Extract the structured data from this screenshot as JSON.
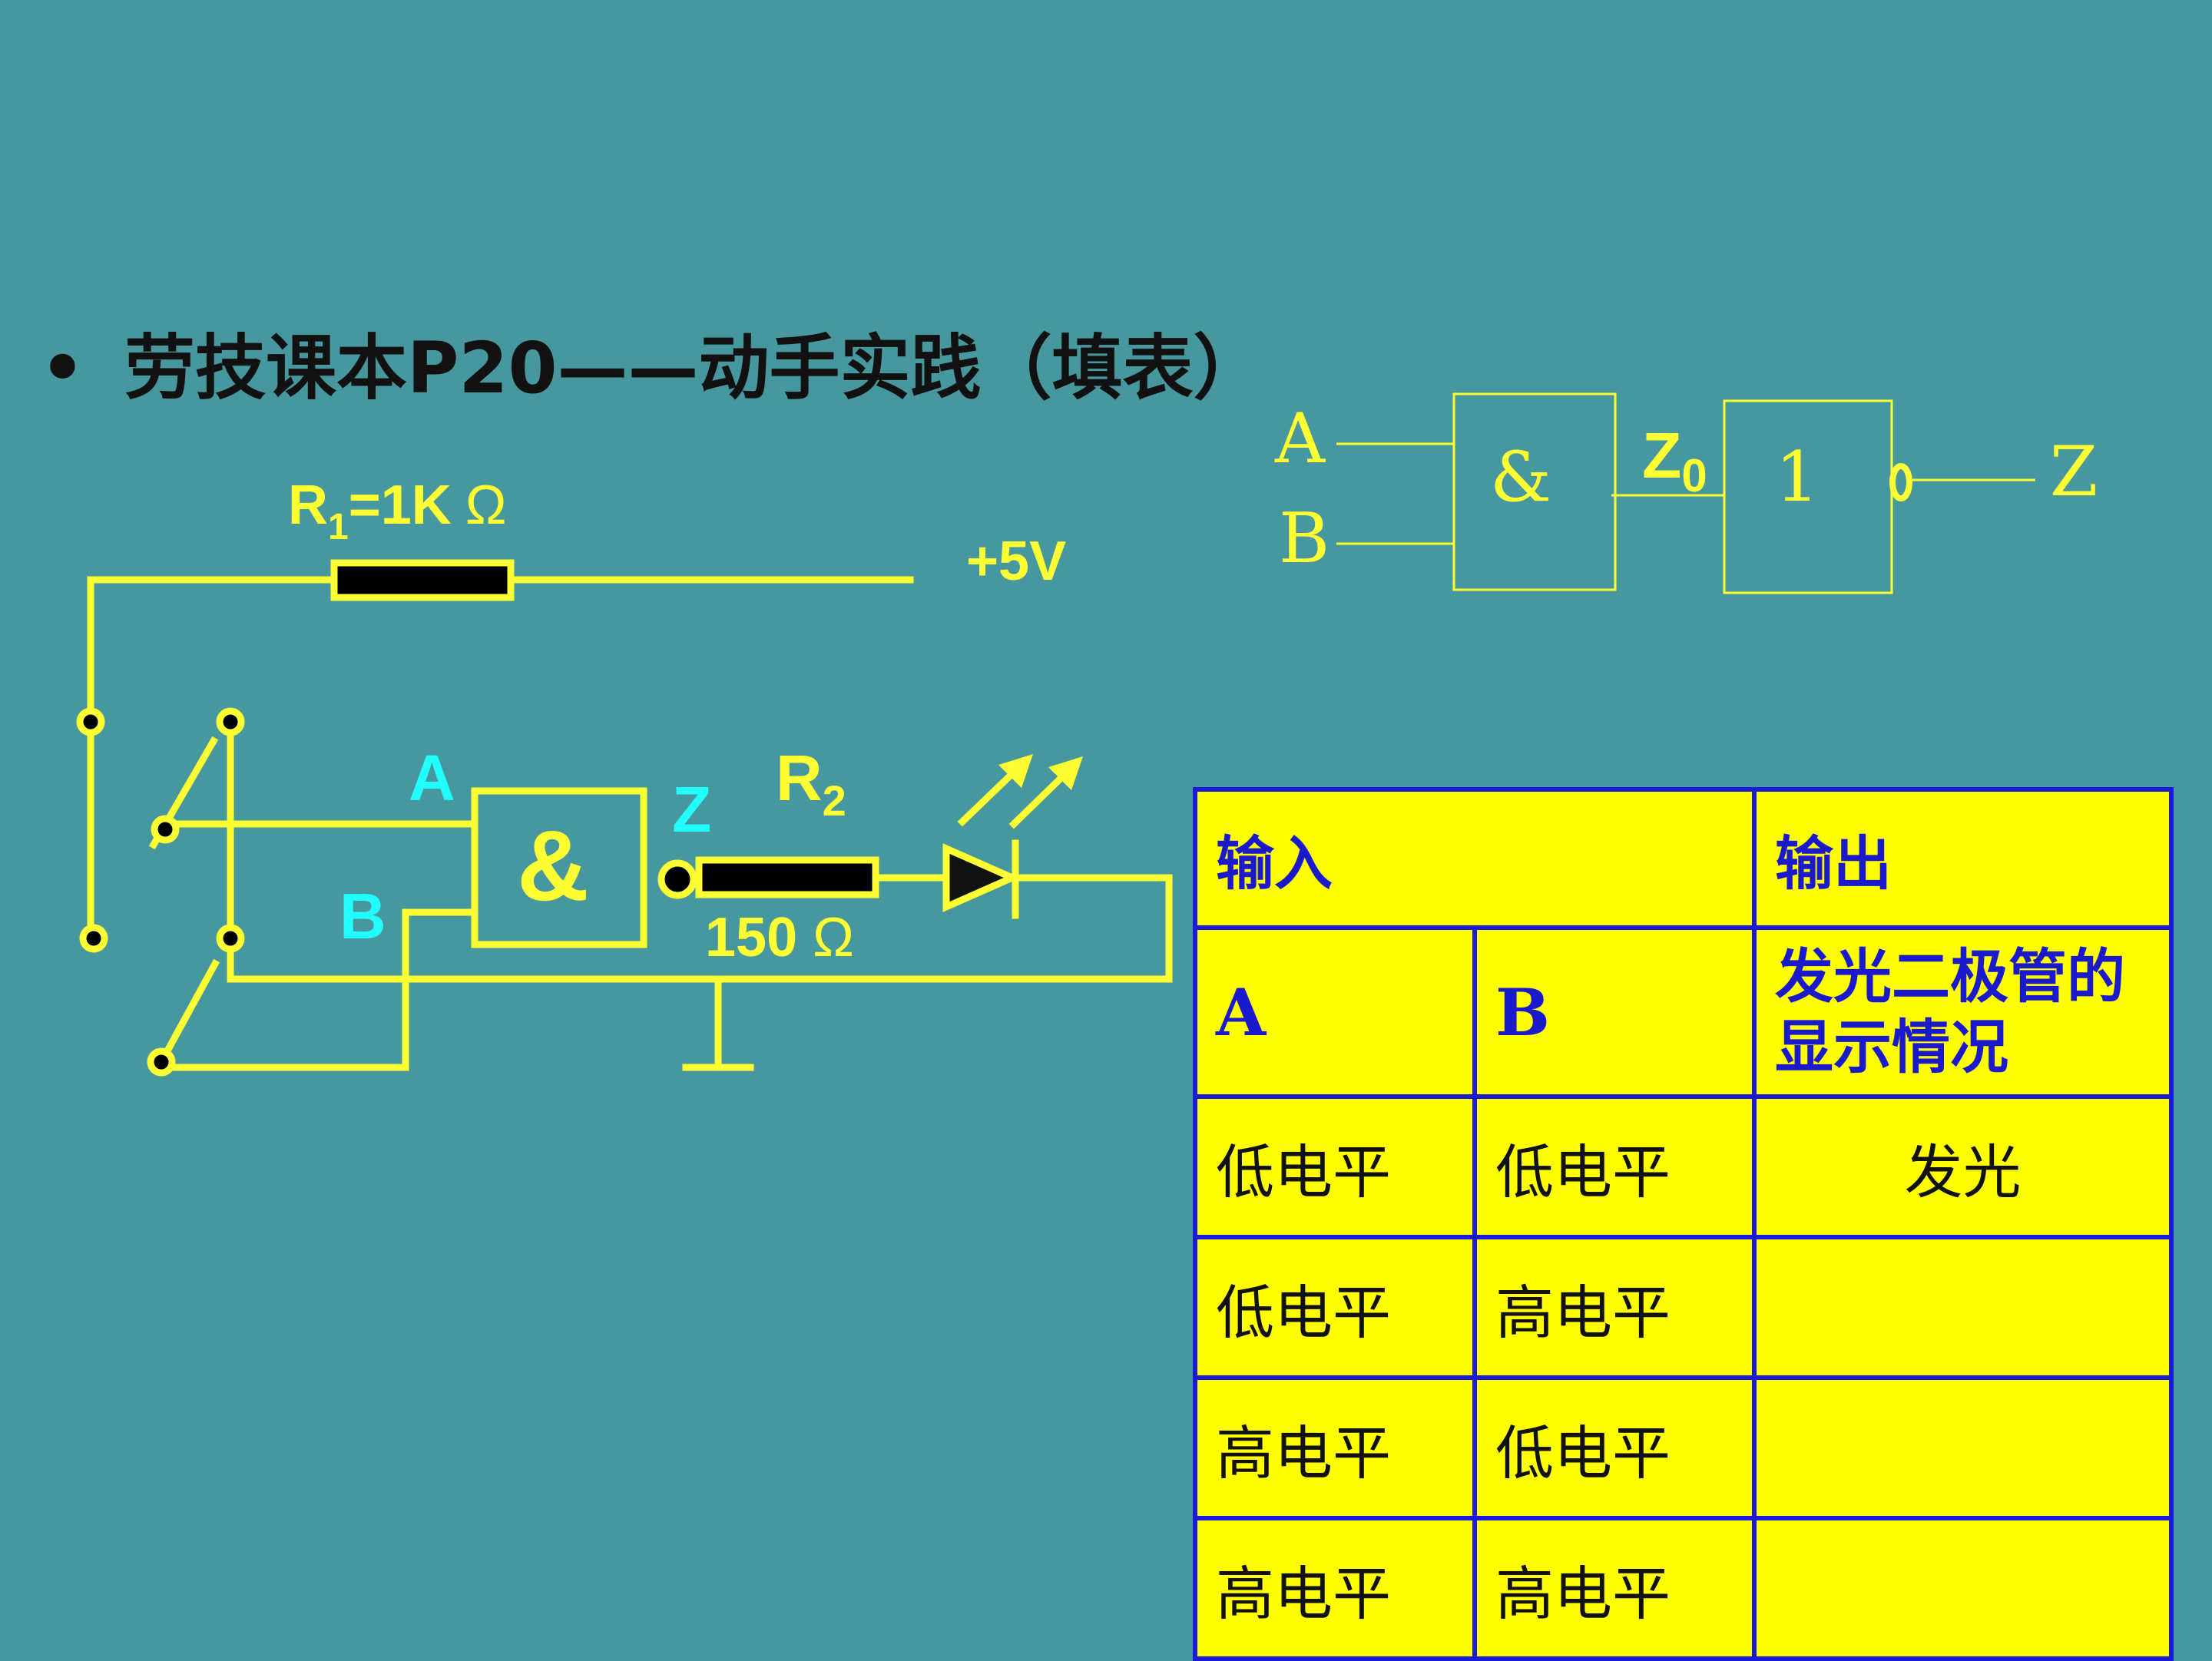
{
  "title": "劳技课本P20——动手实践（填表）",
  "bullet": "•",
  "circuit": {
    "r1_label_r": "R",
    "r1_label_sub": "1",
    "r1_label_value": "=1K",
    "ohm": "Ω",
    "supply": "+5V",
    "input_a": "A",
    "input_b": "B",
    "gate_symbol": "&",
    "output_z": "Z",
    "r2_label_r": "R",
    "r2_label_sub": "2",
    "r2_value": "150"
  },
  "logic_diagram": {
    "input_a": "A",
    "input_b": "B",
    "and_symbol": "&",
    "z0_main": "Z",
    "z0_sub": "0",
    "not_symbol": "1",
    "output": "Z"
  },
  "table": {
    "header_input": "输入",
    "header_output": "输出",
    "col_a": "A",
    "col_b": "B",
    "col_led": "发光二极管的显示情况",
    "rows": [
      {
        "a": "低电平",
        "b": "低电平",
        "led": "发光"
      },
      {
        "a": "低电平",
        "b": "高电平",
        "led": ""
      },
      {
        "a": "高电平",
        "b": "低电平",
        "led": ""
      },
      {
        "a": "高电平",
        "b": "高电平",
        "led": ""
      }
    ]
  },
  "colors": {
    "background": "#46979e",
    "wire": "#ffff33",
    "label_cyan": "#22ffff",
    "table_fill": "#ffff00",
    "table_border": "#1a1ad8",
    "table_header_text": "#1a1acc"
  }
}
